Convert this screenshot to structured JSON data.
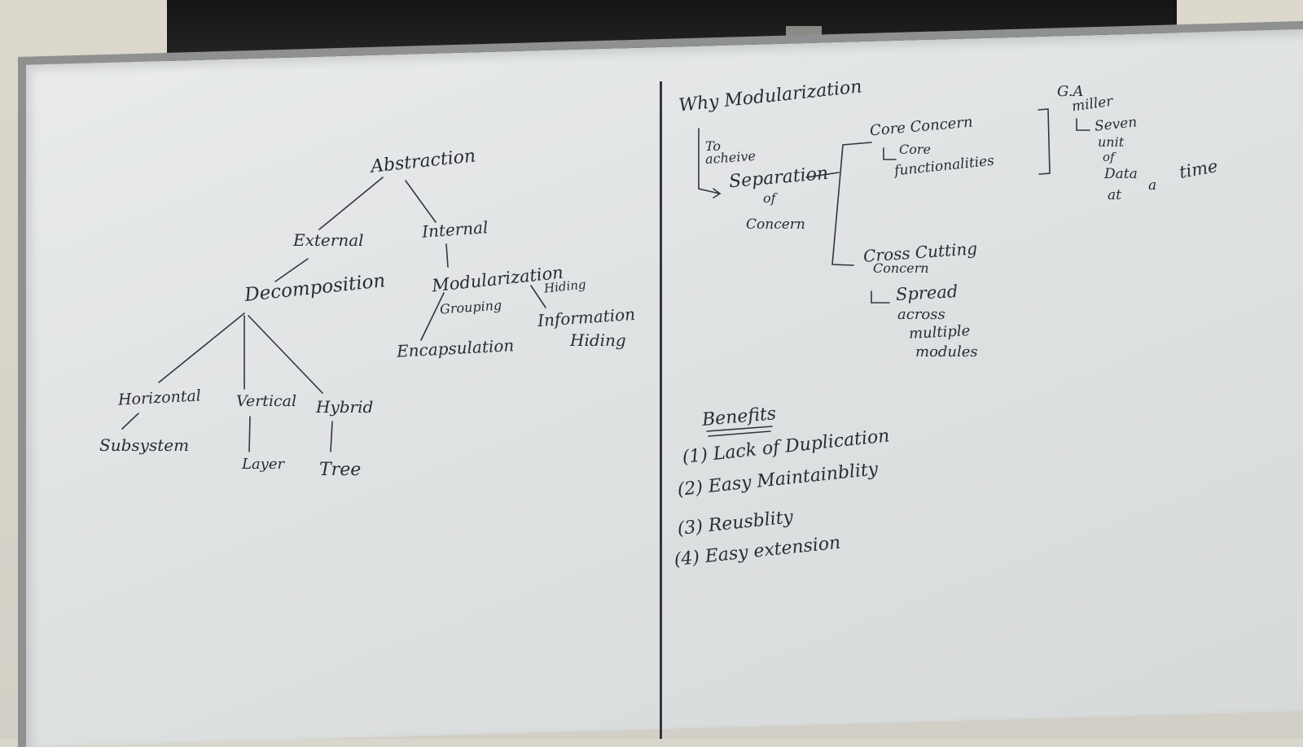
{
  "left_tree": {
    "root": "Abstraction",
    "external": "External",
    "internal": "Internal",
    "decomposition": "Decomposition",
    "modularization": "Modularization",
    "grouping": "Grouping",
    "hiding": "Hiding",
    "encapsulation": "Encapsulation",
    "information_hiding_1": "Information",
    "information_hiding_2": "Hiding",
    "horizontal": "Horizontal",
    "vertical": "Vertical",
    "hybrid": "Hybrid",
    "subsystem": "Subsystem",
    "layer": "Layer",
    "tree": "Tree"
  },
  "right_notes": {
    "heading": "Why Modularization",
    "to_achieve_1": "To",
    "to_achieve_2": "acheive",
    "separation_1": "Separation",
    "separation_2": "of",
    "separation_3": "Concern",
    "core_concern": "Core Concern",
    "core_functionalities_1": "Core",
    "core_functionalities_2": "functionalities",
    "cross_cutting_1": "Cross Cutting",
    "cross_cutting_2": "Concern",
    "spread_1": "Spread",
    "spread_2": "across",
    "spread_3": "multiple",
    "spread_4": "modules",
    "miller_1": "G.A",
    "miller_2": "miller",
    "miller_3": "Seven",
    "miller_4": "unit",
    "miller_5": "of",
    "miller_6": "Data",
    "miller_7": "at",
    "miller_8": "a",
    "miller_9": "time"
  },
  "benefits": {
    "title": "Benefits",
    "items": [
      "(1) Lack of Duplication",
      "(2) Easy Maintainblity",
      "(3) Reusblity",
      "(4) Easy extension"
    ]
  }
}
